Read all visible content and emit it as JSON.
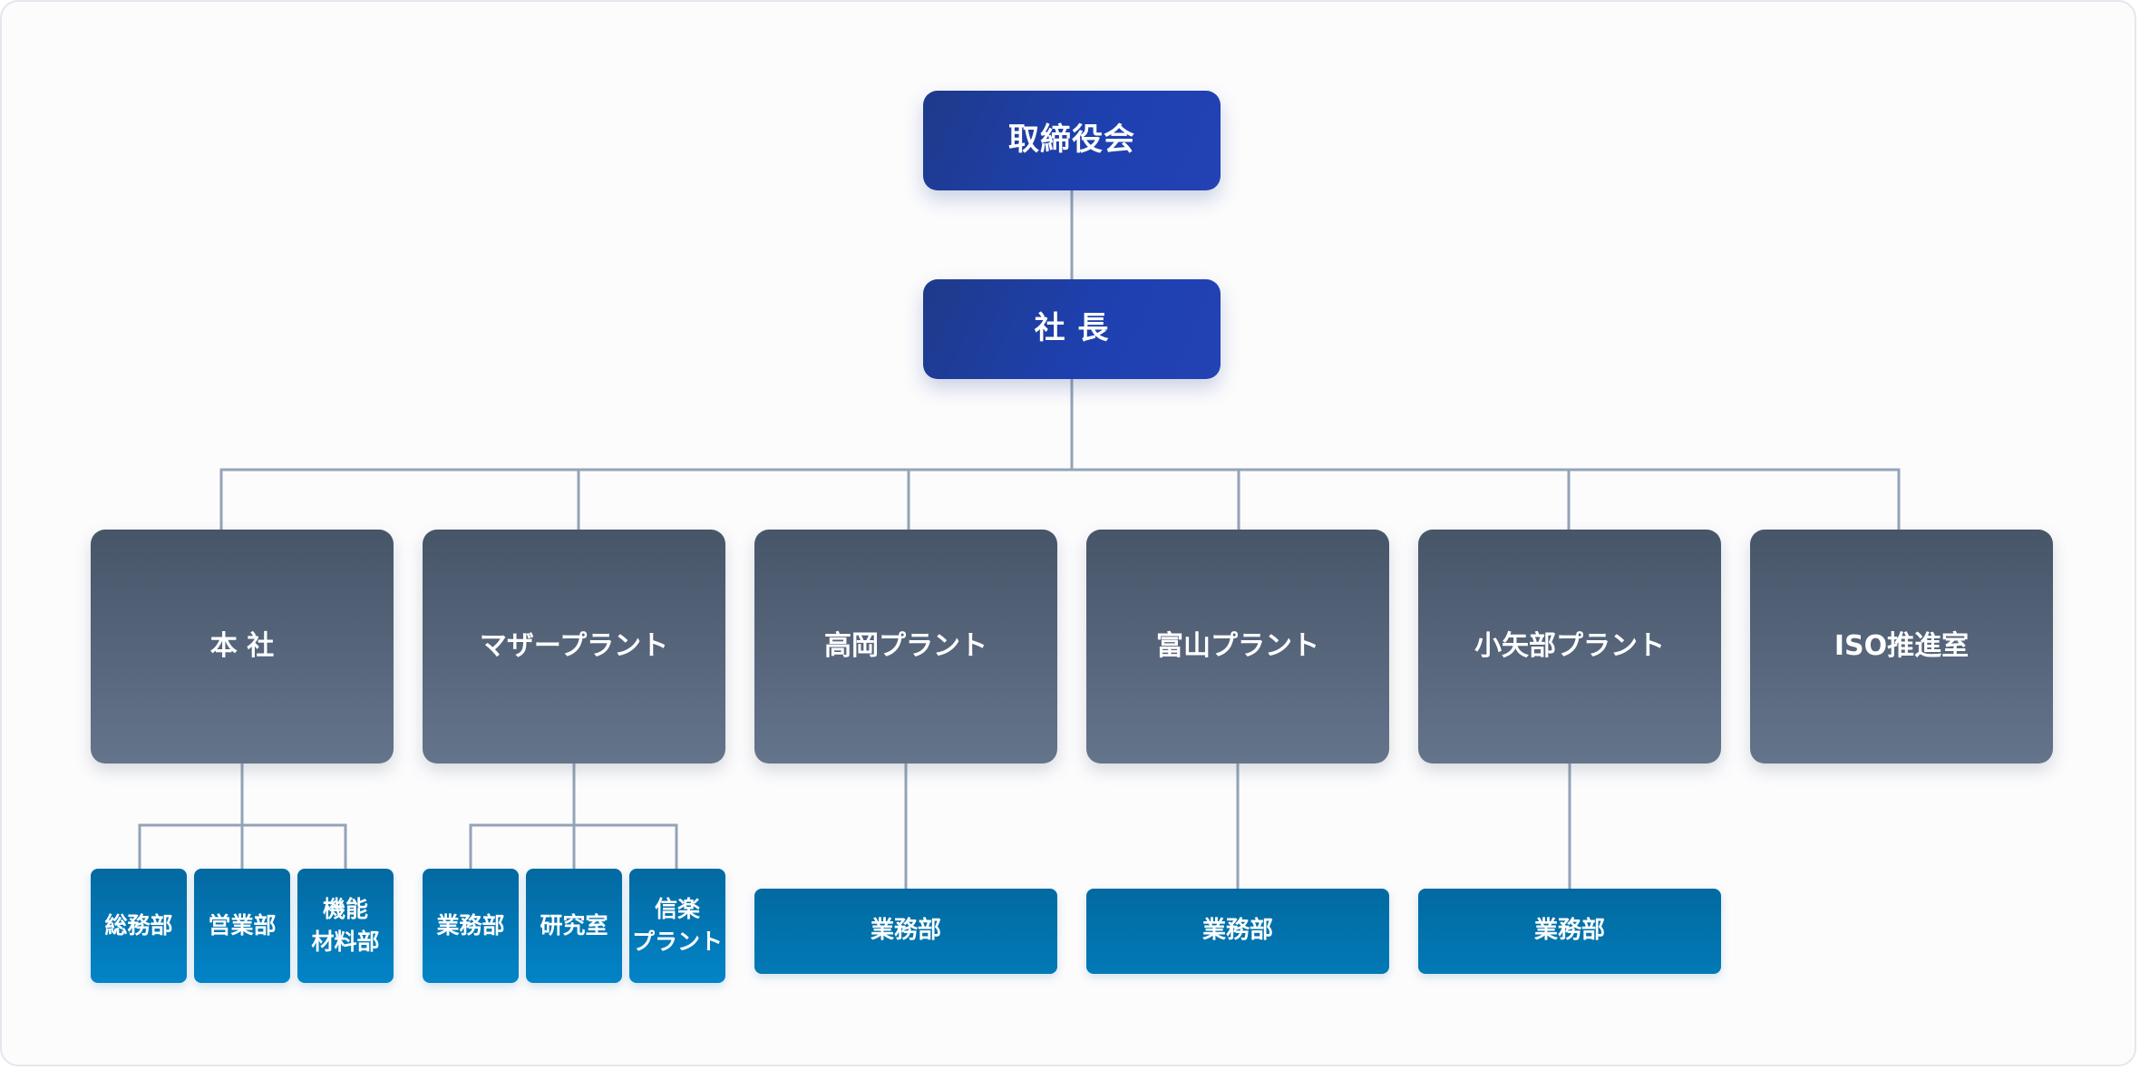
{
  "board": {
    "label": "取締役会"
  },
  "president": {
    "label": "社 長"
  },
  "divisions": [
    {
      "label": "本 社",
      "departments": [
        "総務部",
        "営業部",
        "機能\n材料部"
      ]
    },
    {
      "label": "マザープラント",
      "departments": [
        "業務部",
        "研究室",
        "信楽\nプラント"
      ]
    },
    {
      "label": "高岡プラント",
      "departments": [
        "業務部"
      ]
    },
    {
      "label": "富山プラント",
      "departments": [
        "業務部"
      ]
    },
    {
      "label": "小矢部プラント",
      "departments": [
        "業務部"
      ]
    },
    {
      "label": "ISO推進室",
      "departments": []
    }
  ],
  "colors": {
    "top_level": "#1e40af",
    "division": "#475569",
    "department": "#0369a1",
    "connector": "#94a3b8"
  }
}
